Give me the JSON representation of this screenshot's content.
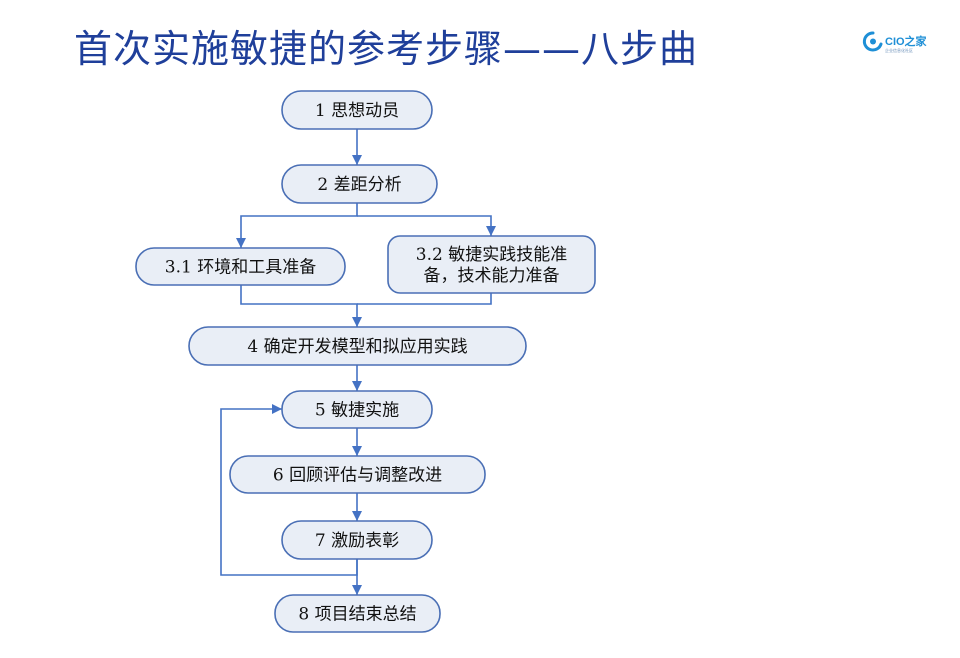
{
  "title": "首次实施敏捷的参考步骤——八步曲",
  "logo": {
    "text": "CIO之家",
    "subtext": "企业信息化社区",
    "color": "#1e8fd6",
    "icon": "cio-logo-icon"
  },
  "colors": {
    "title": "#1f3f9a",
    "node_fill": "#e9eef6",
    "node_stroke": "#4a6fb5",
    "edge": "#4472c4"
  },
  "steps": [
    {
      "id": "s1",
      "lines": [
        "1 思想动员"
      ]
    },
    {
      "id": "s2",
      "lines": [
        "2 差距分析"
      ]
    },
    {
      "id": "s31",
      "lines": [
        "3.1 环境和工具准备"
      ]
    },
    {
      "id": "s32",
      "lines": [
        "3.2 敏捷实践技能准",
        "备，技术能力准备"
      ]
    },
    {
      "id": "s4",
      "lines": [
        "4 确定开发模型和拟应用实践"
      ]
    },
    {
      "id": "s5",
      "lines": [
        "5 敏捷实施"
      ]
    },
    {
      "id": "s6",
      "lines": [
        "6 回顾评估与调整改进"
      ]
    },
    {
      "id": "s7",
      "lines": [
        "7 激励表彰"
      ]
    },
    {
      "id": "s8",
      "lines": [
        "8 项目结束总结"
      ]
    }
  ],
  "edges": [
    {
      "from": "s1",
      "to": "s2"
    },
    {
      "from": "s2",
      "to": "s31"
    },
    {
      "from": "s2",
      "to": "s32"
    },
    {
      "from": "s31",
      "to": "s4"
    },
    {
      "from": "s32",
      "to": "s4"
    },
    {
      "from": "s4",
      "to": "s5"
    },
    {
      "from": "s5",
      "to": "s6"
    },
    {
      "from": "s6",
      "to": "s7"
    },
    {
      "from": "s7",
      "to": "s8"
    },
    {
      "from": "s7",
      "to": "s5",
      "type": "loop-back"
    }
  ]
}
